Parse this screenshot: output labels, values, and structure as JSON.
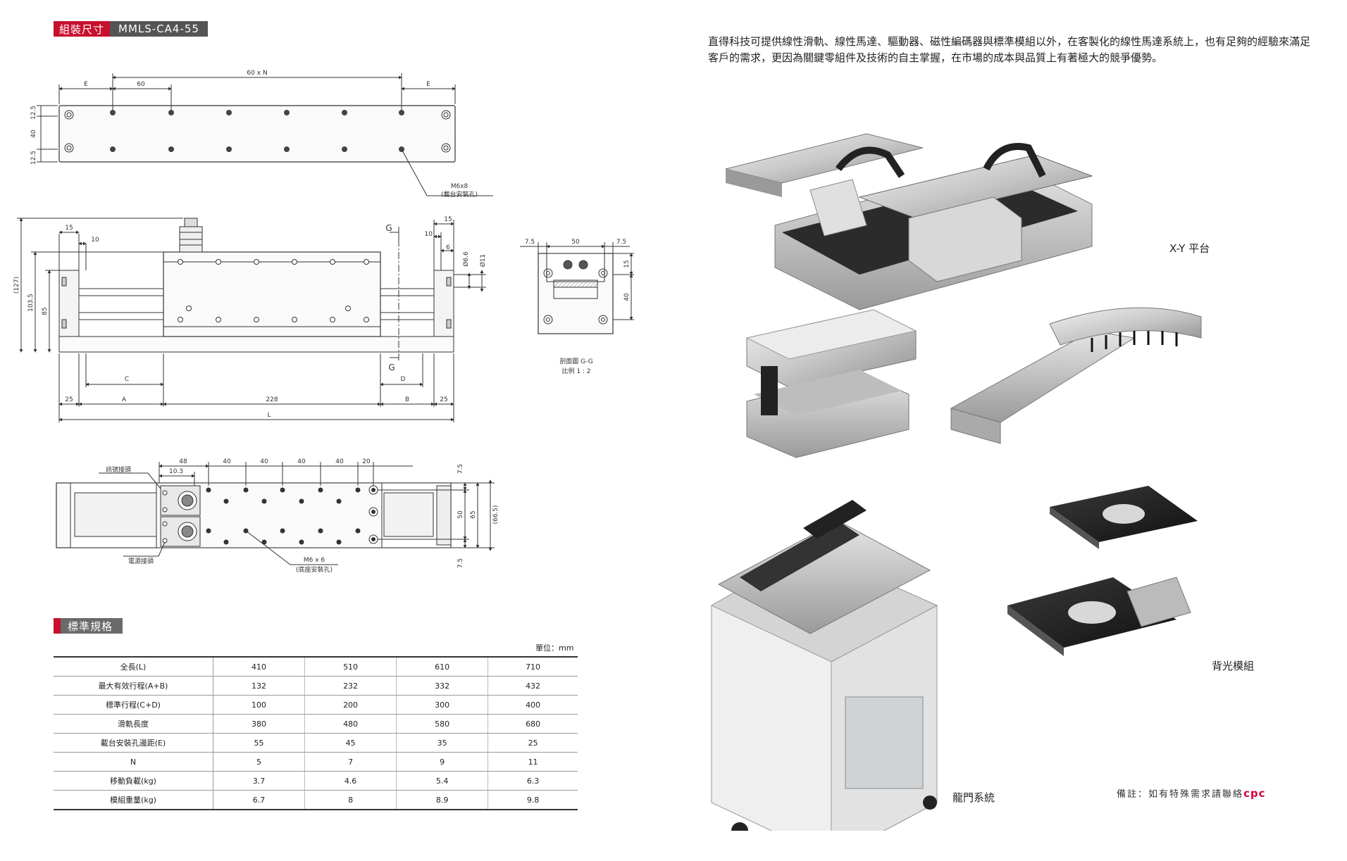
{
  "left_page": {
    "section1": {
      "label_red": "組裝尺寸",
      "label_model": "MMLS-CA4-55"
    },
    "drawing": {
      "top_view": {
        "dim_span": "60 x N",
        "dim_e_left": "E",
        "dim_60": "60",
        "dim_e_right": "E",
        "dim_12_5_a": "12.5",
        "dim_40": "40",
        "dim_12_5_b": "12.5",
        "callout_line1": "M6x8",
        "callout_line2": "(載台安裝孔)"
      },
      "side_view": {
        "dim_15": "15",
        "dim_10": "10",
        "dim_127": "(127)",
        "dim_103_5": "103.5",
        "dim_85": "85",
        "g_top": "G",
        "g_bottom": "G",
        "dim_15_r": "15",
        "dim_10_r": "10",
        "dim_6": "6",
        "dim_66": "Ø6.6",
        "dim_11": "Ø11",
        "dim_c": "C",
        "dim_d": "D",
        "dim_25_l": "25",
        "dim_a": "A",
        "dim_228": "228",
        "dim_b": "B",
        "dim_25_r": "25",
        "dim_l": "L"
      },
      "section_view": {
        "dim_7_5_l": "7.5",
        "dim_50": "50",
        "dim_7_5_r": "7.5",
        "dim_15": "15",
        "dim_40": "40",
        "caption": "剖面圖 G-G",
        "scale": "比例 1 : 2"
      },
      "bottom_view": {
        "dim_48": "48",
        "dim_40_1": "40",
        "dim_40_2": "40",
        "dim_40_3": "40",
        "dim_40_4": "40",
        "dim_20": "20",
        "dim_10_3": "10.3",
        "dim_7_5_t": "7.5",
        "dim_50": "50",
        "dim_65": "65",
        "dim_66_5": "(66.5)",
        "dim_7_5_b": "7.5",
        "signal_label": "訊號接頭",
        "power_label": "電源接頭",
        "callout_line1": "M6 x 6",
        "callout_line2": "(底座安裝孔)"
      }
    },
    "section2": {
      "label": "標準規格"
    },
    "unit": "單位：mm",
    "spec_table": [
      {
        "label": "全長(L)",
        "values": [
          "410",
          "510",
          "610",
          "710"
        ]
      },
      {
        "label": "最大有效行程(A+B)",
        "values": [
          "132",
          "232",
          "332",
          "432"
        ]
      },
      {
        "label": "標準行程(C+D)",
        "values": [
          "100",
          "200",
          "300",
          "400"
        ]
      },
      {
        "label": "滑軌長度",
        "values": [
          "380",
          "480",
          "580",
          "680"
        ]
      },
      {
        "label": "載台安裝孔邊距(E)",
        "values": [
          "55",
          "45",
          "35",
          "25"
        ]
      },
      {
        "label": "N",
        "values": [
          "5",
          "7",
          "9",
          "11"
        ]
      },
      {
        "label": "移動負載(kg)",
        "values": [
          "3.7",
          "4.6",
          "5.4",
          "6.3"
        ]
      },
      {
        "label": "模組重量(kg)",
        "values": [
          "6.7",
          "8",
          "8.9",
          "9.8"
        ]
      }
    ]
  },
  "right_page": {
    "intro": "直得科技可提供線性滑軌、線性馬達、驅動器、磁性編碼器與標準模組以外，在客製化的線性馬達系統上，也有足夠的經驗來滿足客戶的需求，更因為關鍵零組件及技術的自主掌握，在市場的成本與品質上有著極大的競爭優勢。",
    "labels": {
      "xy": "X-Y 平台",
      "backlight": "背光模組",
      "gantry": "龍門系統"
    },
    "note": {
      "text": "備註：如有特殊需求請聯絡",
      "brand": "cpc"
    }
  }
}
